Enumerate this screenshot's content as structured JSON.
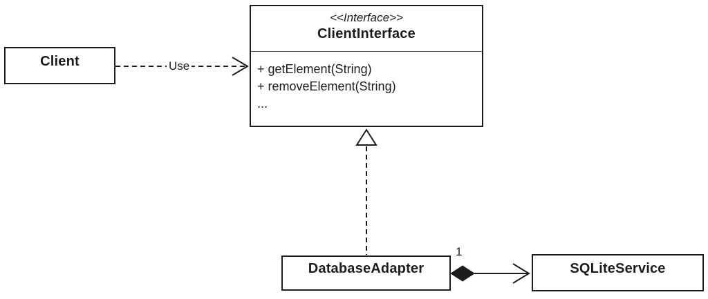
{
  "canvas": {
    "background": "#ffffff",
    "stroke_color": "#1c1c1c"
  },
  "nodes": {
    "client": {
      "name": "Client"
    },
    "client_interface": {
      "stereotype": "<<Interface>>",
      "name": "ClientInterface",
      "methods": [
        "+ getElement(String)",
        "+ removeElement(String)",
        "..."
      ]
    },
    "database_adapter": {
      "name": "DatabaseAdapter"
    },
    "sqlite_service": {
      "name": "SQLiteService"
    }
  },
  "edges": {
    "use_dependency": {
      "type": "dashed dependency arrow",
      "label": "Use",
      "from": "Client",
      "to": "ClientInterface"
    },
    "realization": {
      "type": "dashed realization with hollow triangle",
      "from": "DatabaseAdapter",
      "to": "ClientInterface"
    },
    "composition": {
      "type": "solid line with filled diamond and open arrowhead",
      "multiplicity": "1",
      "from": "DatabaseAdapter",
      "to": "SQLiteService"
    }
  }
}
